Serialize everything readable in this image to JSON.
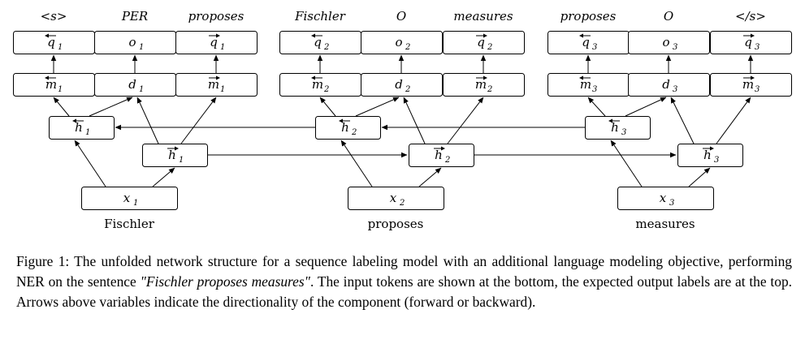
{
  "diagram": {
    "columns": [
      {
        "input_token": "Fischler",
        "input_var": "x",
        "index": "1",
        "lm_top_left": "<s>",
        "label": "PER",
        "lm_top_right": "proposes",
        "bwd_hidden": "h",
        "fwd_hidden": "h",
        "bwd_lm_var": "m",
        "label_var": "d",
        "fwd_lm_var": "m",
        "bwd_out_var": "q",
        "label_out_var": "o",
        "fwd_out_var": "q"
      },
      {
        "input_token": "proposes",
        "input_var": "x",
        "index": "2",
        "lm_top_left": "Fischler",
        "label": "O",
        "lm_top_right": "measures",
        "bwd_hidden": "h",
        "fwd_hidden": "h",
        "bwd_lm_var": "m",
        "label_var": "d",
        "fwd_lm_var": "m",
        "bwd_out_var": "q",
        "label_out_var": "o",
        "fwd_out_var": "q"
      },
      {
        "input_token": "measures",
        "input_var": "x",
        "index": "3",
        "lm_top_left": "proposes",
        "label": "O",
        "lm_top_right": "</s>",
        "bwd_hidden": "h",
        "fwd_hidden": "h",
        "bwd_lm_var": "m",
        "label_var": "d",
        "fwd_lm_var": "m",
        "bwd_out_var": "q",
        "label_out_var": "o",
        "fwd_out_var": "q"
      }
    ]
  },
  "caption": {
    "lead": "Figure 1:  The unfolded network structure for a sequence labeling model with an additional language modeling objective, performing NER on the sentence ",
    "sentence": "\"Fischler proposes measures\"",
    "rest": ".  The input tokens are shown at the bottom, the expected output labels are at the top.  Arrows above variables indicate the directionality of the component (forward or backward)."
  }
}
